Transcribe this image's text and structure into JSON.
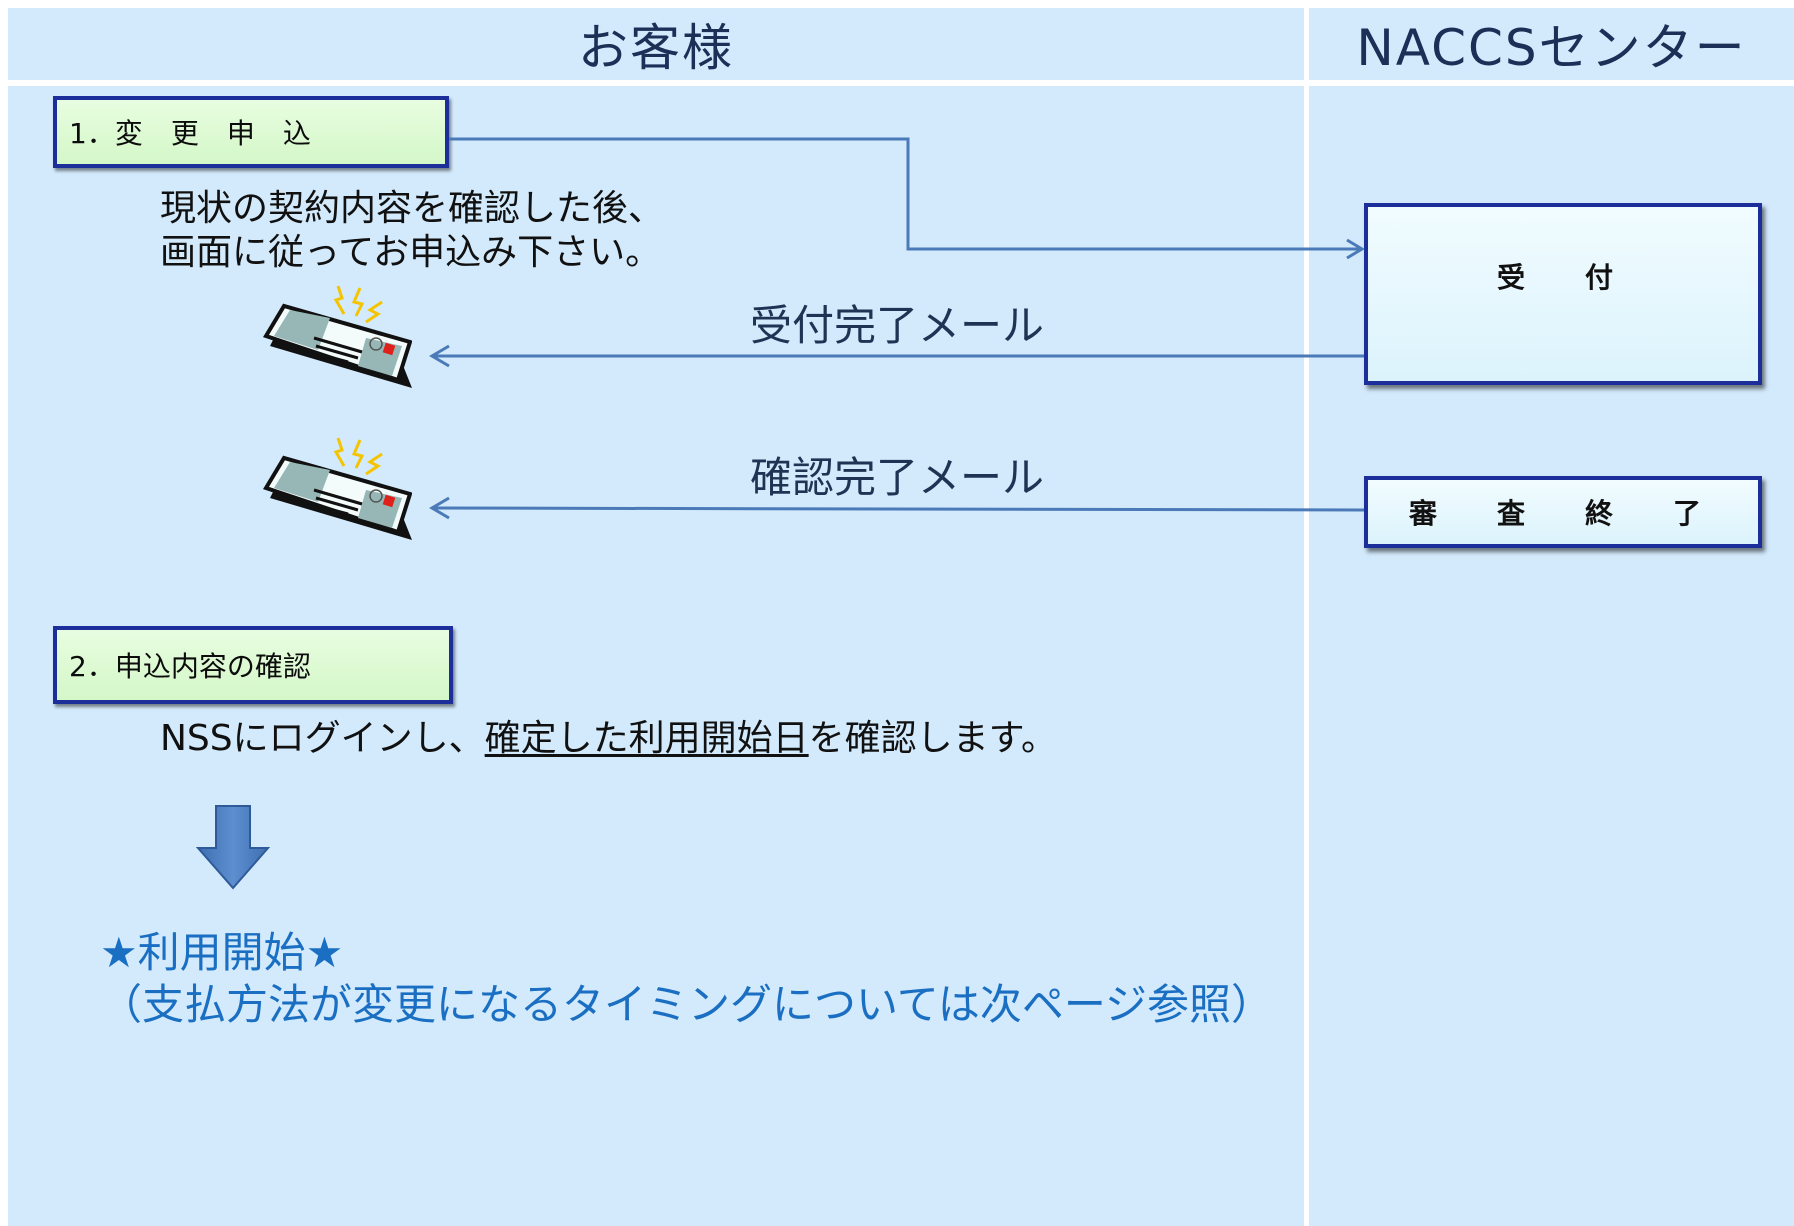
{
  "lanes": {
    "customer": "お客様",
    "center": "NACCSセンター"
  },
  "steps": {
    "step1": "1．変　更　申　込",
    "step2": "2．申込内容の確認"
  },
  "instructions": {
    "line1": "現状の契約内容を確認した後、",
    "line2": "画面に従ってお申込み下さい。"
  },
  "center_boxes": {
    "reception": "受　付",
    "review_end": "審　査　終　了"
  },
  "mails": {
    "receipt": "受付完了メール",
    "confirm": "確認完了メール"
  },
  "login_text": {
    "prefix": "NSSにログインし、",
    "underlined": "確定した利用開始日",
    "suffix": "を確認します。"
  },
  "start": {
    "title": "★利用開始★",
    "note": "（支払方法が変更になるタイミングについては次ページ参照）"
  },
  "colors": {
    "lane_bg": "#d3eafc",
    "arrow": "#4a7ab8",
    "box_border": "#1b2e9a",
    "start_text": "#1a6fc2"
  },
  "icons": [
    "mail-icon",
    "mail-icon",
    "down-arrow-icon"
  ]
}
